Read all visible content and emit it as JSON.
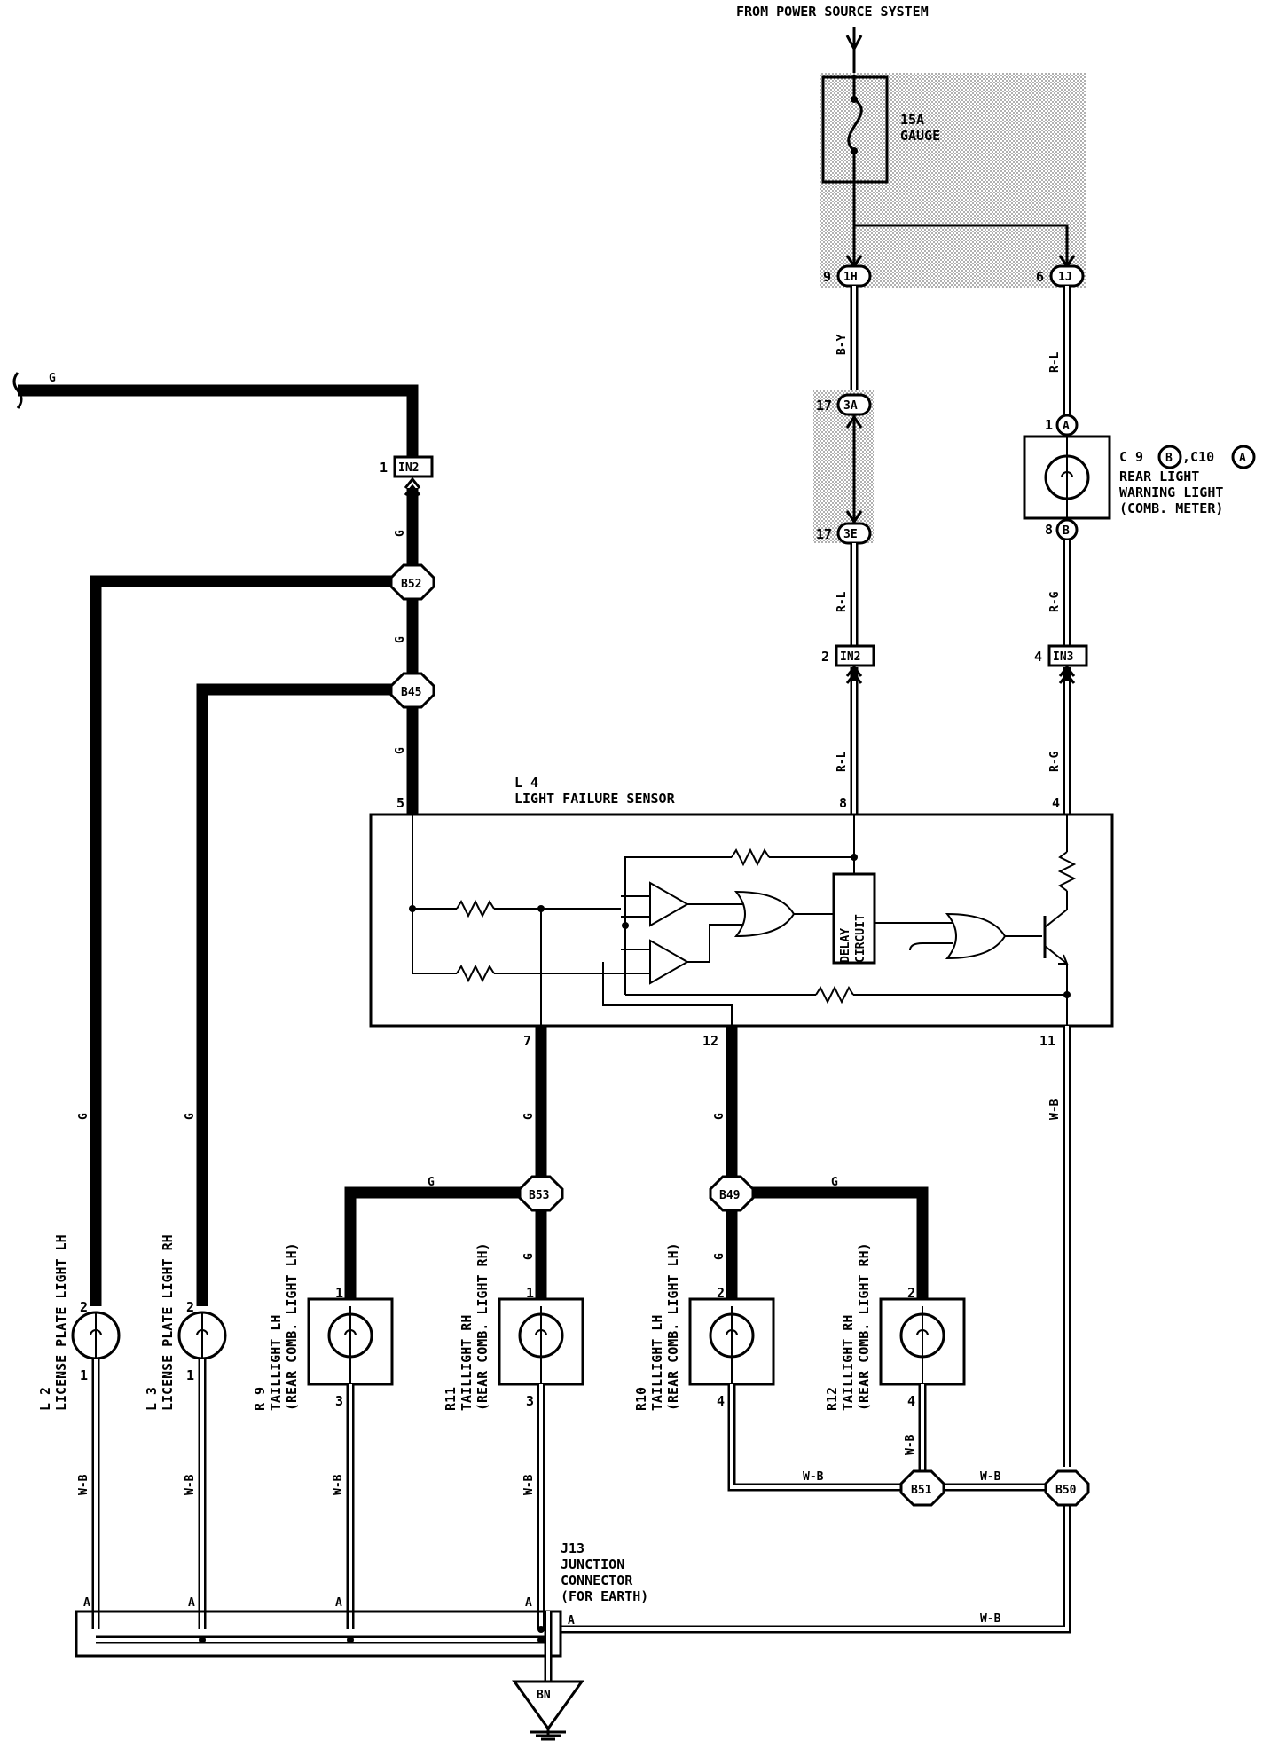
{
  "header": {
    "power_source": "FROM POWER SOURCE SYSTEM"
  },
  "fuse": {
    "rating": "15A",
    "name": "GAUGE"
  },
  "connectors": {
    "c_1h": {
      "pin": "9",
      "id": "1H"
    },
    "c_1j": {
      "pin": "6",
      "id": "1J"
    },
    "c_3a": {
      "pin": "17",
      "id": "3A"
    },
    "c_3e": {
      "pin": "17",
      "id": "3E"
    },
    "c_in2_left": {
      "pin": "1",
      "id": "IN2"
    },
    "c_in2_mid": {
      "pin": "2",
      "id": "IN2"
    },
    "c_in3": {
      "pin": "4",
      "id": "IN3"
    }
  },
  "junctions": {
    "b52": "B52",
    "b45": "B45",
    "b53": "B53",
    "b49": "B49",
    "b51": "B51",
    "b50": "B50",
    "bn": "BN"
  },
  "warning_light": {
    "code": "C 9",
    "code_a": "B",
    "code_sep": ",C10",
    "code_b": "A",
    "line1": "REAR LIGHT",
    "line2": "WARNING LIGHT",
    "line3": "(COMB. METER)",
    "pin_top": "1",
    "pin_top_id": "A",
    "pin_bottom": "8",
    "pin_bottom_id": "B"
  },
  "sensor": {
    "code": "L 4",
    "name": "LIGHT FAILURE SENSOR",
    "delay_line1": "DELAY",
    "delay_line2": "CIRCUIT",
    "pin_5": "5",
    "pin_8": "8",
    "pin_4": "4",
    "pin_7": "7",
    "pin_12": "12",
    "pin_11": "11"
  },
  "wire_colors": {
    "g": "G",
    "by": "B-Y",
    "rl": "R-L",
    "rg": "R-G",
    "wb": "W-B"
  },
  "lamps": {
    "l2": {
      "code": "L 2",
      "name": "LICENSE PLATE LIGHT LH",
      "pin_top": "2",
      "pin_bottom": "1"
    },
    "l3": {
      "code": "L 3",
      "name": "LICENSE PLATE LIGHT RH",
      "pin_top": "2",
      "pin_bottom": "1"
    },
    "r9": {
      "code": "R 9",
      "name": "TAILLIGHT LH",
      "sub": "(REAR COMB. LIGHT LH)",
      "pin_top": "1",
      "pin_bottom": "3"
    },
    "r11": {
      "code": "R11",
      "name": "TAILLIGHT RH",
      "sub": "(REAR COMB. LIGHT RH)",
      "pin_top": "1",
      "pin_bottom": "3"
    },
    "r10": {
      "code": "R10",
      "name": "TAILLIGHT LH",
      "sub": "(REAR COMB. LIGHT LH)",
      "pin_top": "2",
      "pin_bottom": "4"
    },
    "r12": {
      "code": "R12",
      "name": "TAILLIGHT RH",
      "sub": "(REAR COMB. LIGHT RH)",
      "pin_top": "2",
      "pin_bottom": "4"
    }
  },
  "junction_connector": {
    "code": "J13",
    "line1": "JUNCTION",
    "line2": "CONNECTOR",
    "line3": "(FOR EARTH)",
    "pin": "A"
  }
}
